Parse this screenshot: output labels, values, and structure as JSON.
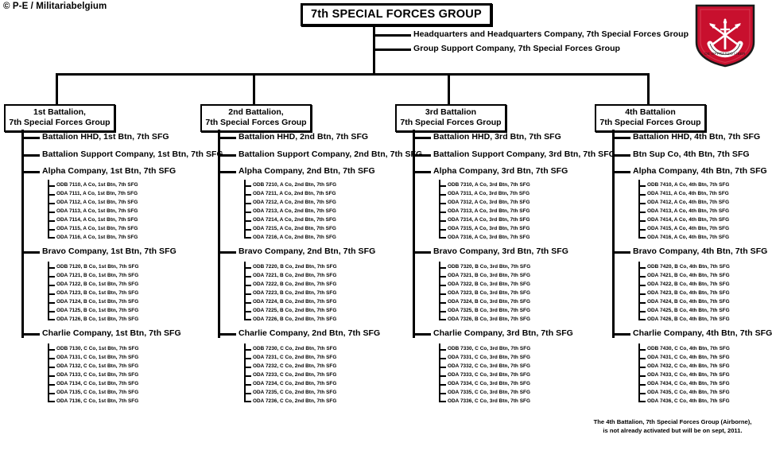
{
  "meta": {
    "copyright": "© P-E / Militariabelgium",
    "insignia_name": "7th-special-forces-group-flash-patch",
    "insignia_colors": {
      "shield": "#c8102e",
      "shield_edge": "#8d0a1f",
      "crest": "#ffffff",
      "outline": "#1a1a1a"
    }
  },
  "root": {
    "title": "7th SPECIAL FORCES GROUP",
    "staff": [
      "Headquarters and Headquarters Company,  7th Special Forces Group",
      "Group Support Company,  7th Special Forces Group"
    ]
  },
  "battalions": [
    {
      "name": "1st Battalion,",
      "parent": "7th Special Forces Group",
      "direct_units": [
        "Battalion HHD, 1st Btn, 7th SFG",
        "Battalion  Support Company, 1st Btn, 7th SFG"
      ],
      "companies": [
        {
          "label": "Alpha Company, 1st Btn, 7th SFG",
          "teams": [
            "ODB 7110, A Co, 1st Btn, 7th SFG",
            "ODA 7111, A Co, 1st Btn, 7th SFG",
            "ODA 7112, A Co, 1st Btn, 7th SFG",
            "ODA 7113, A Co, 1st Btn, 7th SFG",
            "ODA 7114, A Co, 1st Btn, 7th SFG",
            "ODA 7115, A Co, 1st Btn, 7th SFG",
            "ODA 7116, A Co, 1st Btn, 7th SFG"
          ]
        },
        {
          "label": "Bravo Company, 1st Btn, 7th SFG",
          "teams": [
            "ODB 7120, B Co, 1st Btn, 7th SFG",
            "ODA 7121, B Co, 1st Btn, 7th SFG",
            "ODA 7122, B Co, 1st Btn, 7th SFG",
            "ODA 7123, B Co, 1st Btn, 7th SFG",
            "ODA 7124, B Co, 1st Btn, 7th SFG",
            "ODA 7125, B Co, 1st Btn, 7th SFG",
            "ODA 7126, B Co, 1st Btn, 7th SFG"
          ]
        },
        {
          "label": "Charlie Company, 1st Btn, 7th SFG",
          "teams": [
            "ODB 7130, C Co, 1st Btn, 7th SFG",
            "ODA 7131, C Co, 1st Btn, 7th SFG",
            "ODA 7132, C Co, 1st Btn, 7th SFG",
            "ODA 7133, C Co, 1st Btn, 7th SFG",
            "ODA 7134, C Co, 1st Btn, 7th SFG",
            "ODA 7135, C Co, 1st Btn, 7th SFG",
            "ODA 7136, C Co, 1st Btn, 7th SFG"
          ]
        }
      ]
    },
    {
      "name": "2nd Battalion,",
      "parent": "7th Special Forces Group",
      "direct_units": [
        "Battalion HHD, 2nd Btn, 7th SFG",
        "Battalion  Support Company, 2nd Btn, 7th SFG"
      ],
      "companies": [
        {
          "label": "Alpha Company, 2nd Btn, 7th SFG",
          "teams": [
            "ODB 7210, A Co, 2nd Btn, 7th SFG",
            "ODA 7211, A Co, 2nd Btn, 7th SFG",
            "ODA 7212, A Co, 2nd Btn, 7th SFG",
            "ODA 7213, A Co, 2nd Btn, 7th SFG",
            "ODA 7214, A Co, 2nd Btn, 7th SFG",
            "ODA 7215, A Co, 2nd Btn, 7th SFG",
            "ODA 7216, A Co, 2nd Btn, 7th SFG"
          ]
        },
        {
          "label": "Bravo Company, 2nd Btn, 7th SFG",
          "teams": [
            "ODB 7220, B Co, 2nd Btn, 7th SFG",
            "ODA 7221, B Co, 2nd Btn, 7th SFG",
            "ODA 7222, B Co, 2nd Btn, 7th SFG",
            "ODA 7223, B Co, 2nd Btn, 7th SFG",
            "ODA 7224, B Co, 2nd Btn, 7th SFG",
            "ODA 7225, B Co, 2nd Btn, 7th SFG",
            "ODA 7226, B Co, 2nd Btn, 7th SFG"
          ]
        },
        {
          "label": "Charlie Company, 2nd Btn, 7th SFG",
          "teams": [
            "ODB 7230, C Co, 2nd Btn, 7th SFG",
            "ODA 7231, C Co, 2nd Btn, 7th SFG",
            "ODA 7232, C Co, 2nd Btn, 7th SFG",
            "ODA 7233, C Co, 2nd Btn, 7th SFG",
            "ODA 7234, C Co, 2nd Btn, 7th SFG",
            "ODA 7235, C Co, 2nd Btn, 7th SFG",
            "ODA 7236, C Co, 2nd Btn, 7th SFG"
          ]
        }
      ]
    },
    {
      "name": "3rd Battalion",
      "parent": "7th Special Forces Group",
      "direct_units": [
        "Battalion HHD, 3rd Btn, 7th SFG",
        "Battalion  Support Company, 3rd Btn,  7th SFG"
      ],
      "companies": [
        {
          "label": "Alpha Company, 3rd Btn, 7th SFG",
          "teams": [
            "ODB 7310, A Co, 3rd Btn, 7th SFG",
            "ODA 7311, A Co, 3rd Btn, 7th SFG",
            "ODA 7312, A Co, 3rd Btn, 7th SFG",
            "ODA 7313, A Co, 3rd Btn, 7th SFG",
            "ODA 7314, A Co, 3rd Btn, 7th SFG",
            "ODA 7315, A Co, 3rd Btn, 7th SFG",
            "ODA 7316, A Co, 3rd Btn, 7th SFG"
          ]
        },
        {
          "label": "Bravo Company, 3rd Btn, 7th SFG",
          "teams": [
            "ODB 7320, B Co, 3rd Btn, 7th SFG",
            "ODA 7321, B Co, 3rd Btn, 7th SFG",
            "ODA 7322, B Co, 3rd Btn, 7th SFG",
            "ODA 7323, B Co, 3rd Btn, 7th SFG",
            "ODA 7324, B Co, 3rd Btn, 7th SFG",
            "ODA 7325, B Co, 3rd Btn, 7th SFG",
            "ODA 7326, B Co, 3rd Btn, 7th SFG"
          ]
        },
        {
          "label": "Charlie Company, 3rd Btn, 7th SFG",
          "teams": [
            "ODB 7330, C Co, 3rd Btn, 7th SFG",
            "ODA 7331, C Co, 3rd Btn, 7th SFG",
            "ODA 7332, C Co, 3rd Btn, 7th SFG",
            "ODA 7333, C Co, 3rd Btn, 7th SFG",
            "ODA 7334, C Co, 3rd Btn, 7th SFG",
            "ODA 7335, C Co, 3rd Btn, 7th SFG",
            "ODA 7336, C Co, 3rd Btn, 7th SFG"
          ]
        }
      ]
    },
    {
      "name": "4th Battalion",
      "parent": "7th Special Forces Group",
      "direct_units": [
        "Battalion HHD, 4th Btn, 7th SFG",
        "Btn  Sup Co, 4th Btn, 7th SFG"
      ],
      "companies": [
        {
          "label": "Alpha Company, 4th Btn, 7th SFG",
          "teams": [
            "ODB 7410, A Co, 4th Btn, 7th SFG",
            "ODA 7411, A Co, 4th Btn, 7th SFG",
            "ODA 7412, A Co, 4th Btn, 7th SFG",
            "ODA 7413, A Co, 4th Btn, 7th SFG",
            "ODA 7414, A Co, 4th Btn, 7th SFG",
            "ODA 7415, A Co, 4th Btn, 7th SFG",
            "ODA 7416, A Co, 4th Btn, 7th SFG"
          ]
        },
        {
          "label": "Bravo Company, 4th Btn, 7th SFG",
          "teams": [
            "ODB 7420, B Co, 4th Btn, 7th SFG",
            "ODA 7421, B Co, 4th Btn, 7th SFG",
            "ODA 7422, B Co, 4th Btn, 7th SFG",
            "ODA 7423, B Co, 4th Btn, 7th SFG",
            "ODA 7424, B Co, 4th Btn, 7th SFG",
            "ODA 7425, B Co, 4th Btn, 7th SFG",
            "ODA 7426, B Co, 4th Btn, 7th SFG"
          ]
        },
        {
          "label": "Charlie Company, 4th Btn, 7th SFG",
          "teams": [
            "ODB 7430, C Co, 4th Btn, 7th SFG",
            "ODA 7431, C Co, 4th Btn, 7th SFG",
            "ODA 7432, C Co, 4th Btn, 7th SFG",
            "ODA 7433, C Co, 4th Btn, 7th SFG",
            "ODA 7434, C Co, 4th Btn, 7th SFG",
            "ODA 7435, C Co, 4th Btn, 7th SFG",
            "ODA 7436, C Co, 4th Btn, 7th SFG"
          ]
        }
      ]
    }
  ],
  "footnote": {
    "line1": "The 4th Battalion, 7th Special Forces Group (Airborne),",
    "line2": "is not already activated but will be on sept, 2011."
  }
}
